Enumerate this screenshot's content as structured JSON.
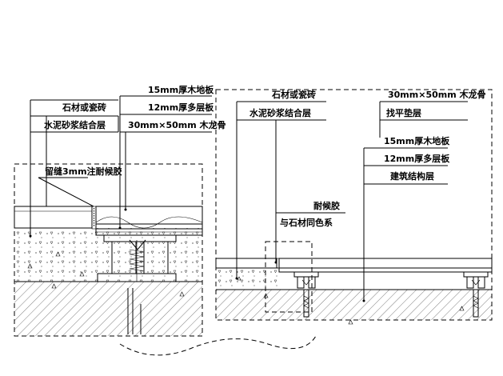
{
  "left_detail": {
    "labels": {
      "wood_floor": "15mm厚木地板",
      "multilayer": "12mm厚多层板",
      "stone": "石材或瓷砖",
      "mortar": "水泥砂浆结合层",
      "keel": "30mm×50mm 木龙骨",
      "seam": "留缝3mm注耐候胶"
    }
  },
  "right_detail": {
    "labels": {
      "stone": "石材或瓷砖",
      "mortar": "水泥砂浆结合层",
      "keel": "30mm×50mm 木龙骨",
      "leveling": "找平垫层",
      "wood_floor": "15mm厚木地板",
      "multilayer": "12mm厚多层板",
      "structure": "建筑结构层",
      "sealant": "耐候胶",
      "sealant_color": "与石材同色系"
    }
  }
}
